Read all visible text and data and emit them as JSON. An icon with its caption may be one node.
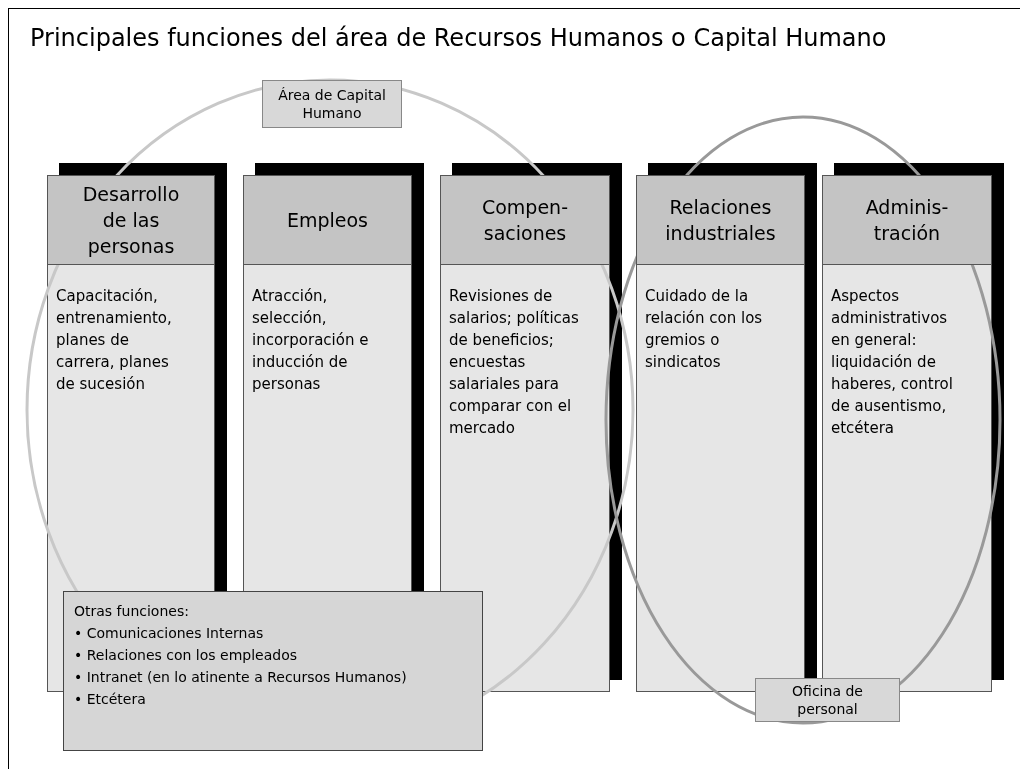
{
  "diagram": {
    "title": "Principales funciones del área de Recursos Humanos o Capital Humano",
    "nodes": [
      {
        "text": [
          "Área de Capital Humano"
        ]
      },
      {
        "text": [
          "Desarrollo de las personas",
          "Capacitación, entrenamiento, planes de carrera, planes de sucesión"
        ]
      },
      {
        "text": [
          "Empleos",
          "Atracción, selección, incorporación e inducción de personas"
        ]
      },
      {
        "text": [
          "Compen- saciones",
          "Revisiones de salarios; políticas de beneficios; encuestas salariales para comparar con el mercado"
        ]
      },
      {
        "text": [
          "Relaciones industriales",
          "Cuidado de la relación con los gremios o sindicatos"
        ]
      },
      {
        "text": [
          "Adminis- tración",
          "Aspectos administrativos en general: liquidación de haberes, control de ausentismo, etcétera"
        ]
      },
      {
        "text": [
          "Otras funciones:",
          "• Comunicaciones Internas",
          "• Relaciones con los empleados",
          "• Intranet (en lo atinente a Recursos Humanos)",
          "• Etcétera"
        ]
      },
      {
        "text": [
          "Oficina de personal"
        ]
      }
    ],
    "edges": []
  }
}
